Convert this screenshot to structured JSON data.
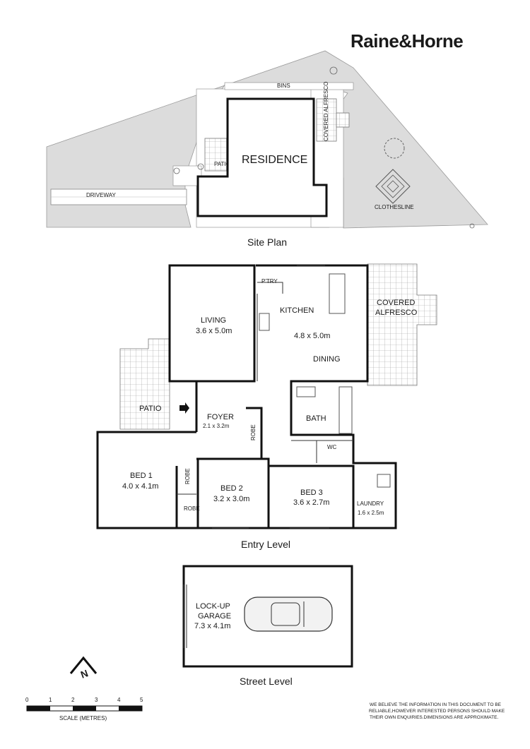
{
  "brand": {
    "name": "Raine&Horne",
    "color": "#f2a51a"
  },
  "site_plan": {
    "caption": "Site Plan",
    "labels": {
      "bins": "BINS",
      "covered_alfresco": "COVERED ALFRESCO",
      "patio": "PATIO",
      "residence": "RESIDENCE",
      "driveway": "DRIVEWAY",
      "clothesline": "CLOTHESLINE"
    }
  },
  "entry_level": {
    "caption": "Entry Level",
    "rooms": {
      "ptry": "P'TRY",
      "kitchen": "KITCHEN",
      "covered_alfresco_1": "COVERED",
      "covered_alfresco_2": "ALFRESCO",
      "living": "LIVING",
      "living_dim": "3.6 x 5.0m",
      "kitchen_dim": "4.8 x 5.0m",
      "dining": "DINING",
      "patio": "PATIO",
      "foyer": "FOYER",
      "foyer_dim": "2.1 x 3.2m",
      "bath": "BATH",
      "robe_foyer": "ROBE",
      "wc": "WC",
      "bed1": "BED 1",
      "bed1_dim": "4.0 x 4.1m",
      "robe_bed1_a": "ROBE",
      "robe_bed1_b": "ROBE",
      "bed2": "BED 2",
      "bed2_dim": "3.2 x 3.0m",
      "bed3": "BED 3",
      "bed3_dim": "3.6 x 2.7m",
      "laundry": "LAUNDRY",
      "laundry_dim": "1.6 x 2.5m"
    }
  },
  "street_level": {
    "caption": "Street Level",
    "rooms": {
      "garage_1": "LOCK-UP",
      "garage_2": "GARAGE",
      "garage_dim": "7.3 x 4.1m"
    }
  },
  "compass": {
    "north": "N"
  },
  "scale": {
    "ticks": [
      "0",
      "1",
      "2",
      "3",
      "4",
      "5"
    ],
    "label": "SCALE (METRES)"
  },
  "disclaimer": {
    "line1": "WE BELIEVE THE INFORMATION IN THIS DOCUMENT TO BE",
    "line2": "RELIABLE,HOWEVER INTERESTED PERSONS SHOULD MAKE",
    "line3": "THEIR OWN ENQUIRIES.DIMENSIONS ARE APPROXIMATE."
  }
}
